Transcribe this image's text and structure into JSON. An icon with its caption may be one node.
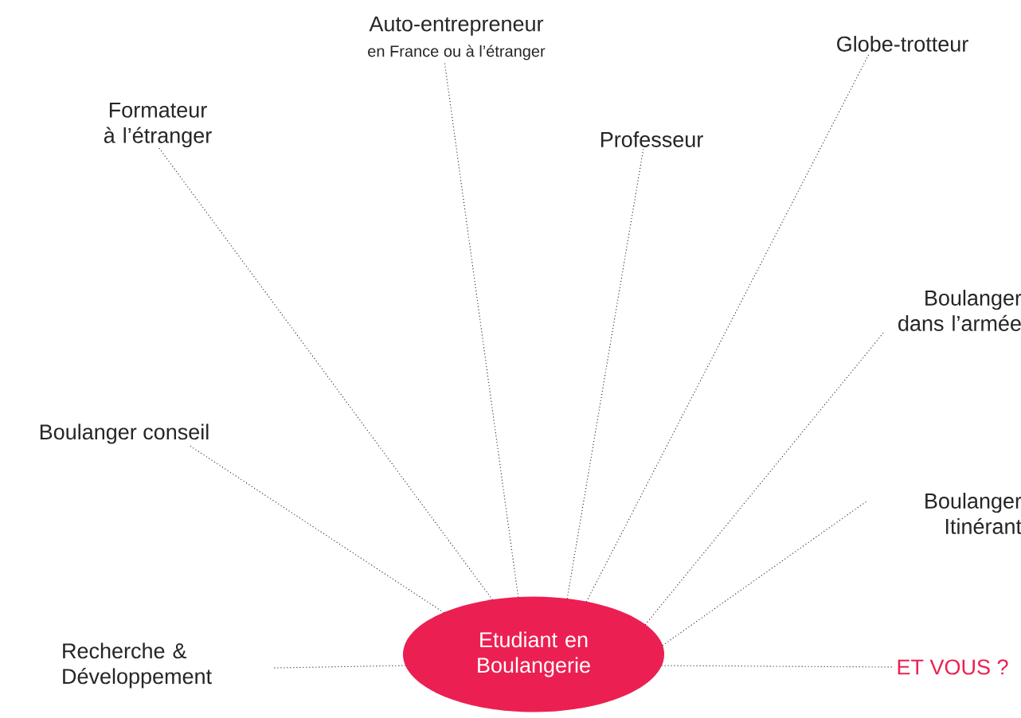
{
  "diagram": {
    "nodes": [
      {
        "text": [
          "Auto-entrepreneur",
          "en France ou à l’étranger"
        ]
      },
      {
        "text": [
          "Globe-trotteur"
        ]
      },
      {
        "text": [
          "Formateur à l’étranger"
        ]
      },
      {
        "text": [
          "Professeur"
        ]
      },
      {
        "text": [
          "Boulanger dans l’armée"
        ]
      },
      {
        "text": [
          "Boulanger conseil"
        ]
      },
      {
        "text": [
          "Boulanger Itinérant"
        ]
      },
      {
        "text": [
          "Recherche & Développement"
        ]
      },
      {
        "text": [
          "Etudiant en Boulangerie"
        ]
      },
      {
        "text": [
          "ET VOUS ?"
        ]
      }
    ],
    "edges": [
      {
        "from": 8,
        "to": 0,
        "arrow": "none"
      },
      {
        "from": 8,
        "to": 1,
        "arrow": "none"
      },
      {
        "from": 8,
        "to": 2,
        "arrow": "none"
      },
      {
        "from": 8,
        "to": 3,
        "arrow": "none"
      },
      {
        "from": 8,
        "to": 4,
        "arrow": "none"
      },
      {
        "from": 8,
        "to": 5,
        "arrow": "none"
      },
      {
        "from": 8,
        "to": 6,
        "arrow": "none"
      },
      {
        "from": 8,
        "to": 7,
        "arrow": "none"
      },
      {
        "from": 8,
        "to": 9,
        "arrow": "none"
      }
    ]
  }
}
